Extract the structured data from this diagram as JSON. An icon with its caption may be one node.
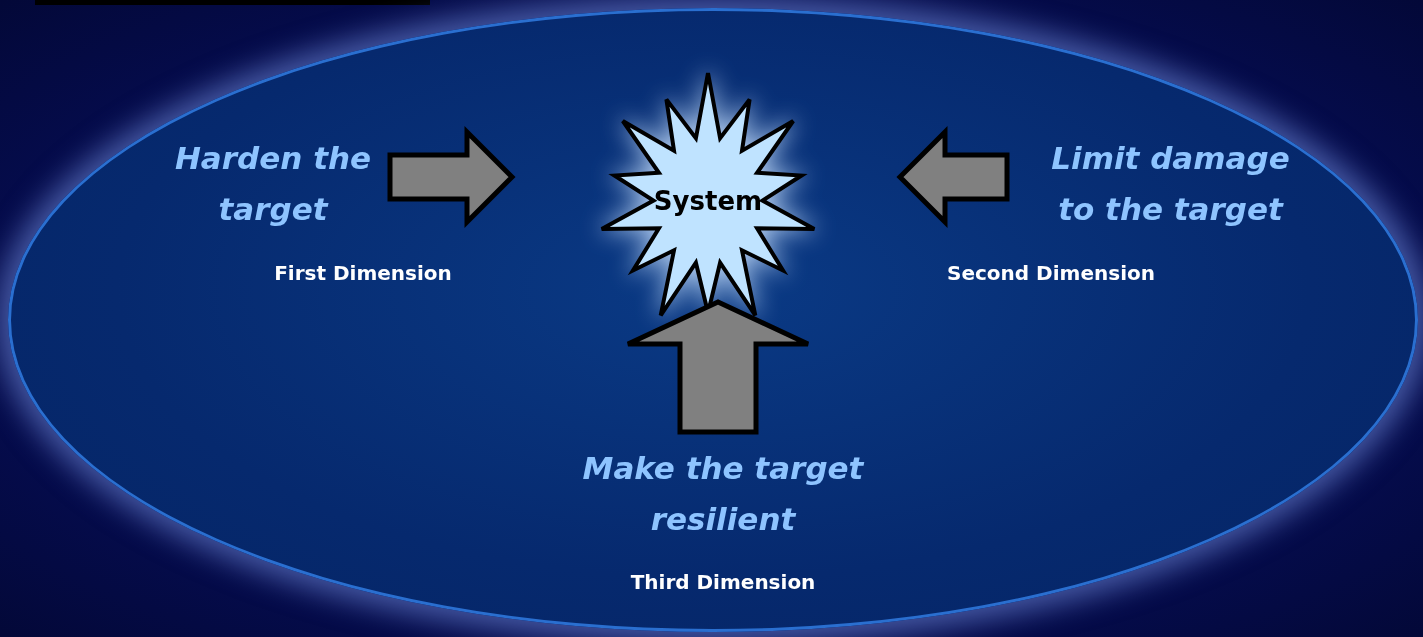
{
  "diagram": {
    "nodes": [
      {
        "text": [],
        "shape": "ellipse"
      },
      {
        "text": [
          "System"
        ],
        "in": 0
      },
      {
        "text": [
          "Harden the target"
        ],
        "beside": [
          "First Dimension"
        ],
        "in": 0
      },
      {
        "text": [
          "Limit damage to the target"
        ],
        "beside": [
          "Second Dimension"
        ],
        "in": 0
      },
      {
        "text": [
          "Make the target resilient"
        ],
        "beside": [
          "Third Dimension"
        ],
        "in": 0
      }
    ],
    "edges": [
      {
        "from": 2,
        "to": 1,
        "arrow": "to",
        "style": "thick"
      },
      {
        "from": 3,
        "to": 1,
        "arrow": "to",
        "style": "thick"
      },
      {
        "from": 4,
        "to": 1,
        "arrow": "to",
        "style": "thick"
      }
    ]
  }
}
